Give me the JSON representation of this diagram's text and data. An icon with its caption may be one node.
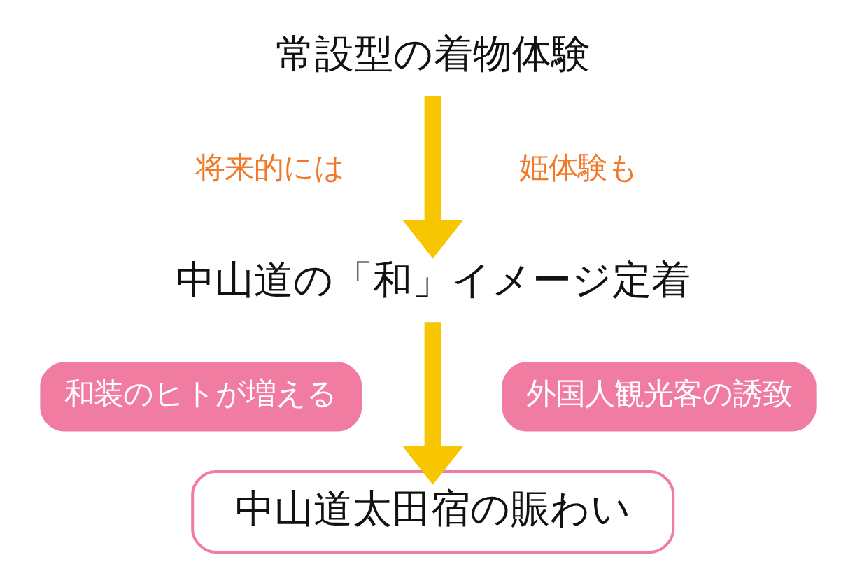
{
  "diagram": {
    "nodes": [
      {
        "text": [
          "常設型の着物体験"
        ]
      },
      {
        "text": [
          "中山道の「和」イメージ定着"
        ]
      },
      {
        "text": [
          "和装のヒトが増える"
        ]
      },
      {
        "text": [
          "外国人観光客の誘致"
        ]
      },
      {
        "text": [
          "中山道太田宿の賑わい"
        ]
      }
    ],
    "edges": [
      {
        "from": 0,
        "to": 1,
        "arrow": "to"
      },
      {
        "from": 1,
        "to": 4,
        "arrow": "to"
      }
    ],
    "labels": [
      "将来的には",
      "姫体験も"
    ]
  }
}
